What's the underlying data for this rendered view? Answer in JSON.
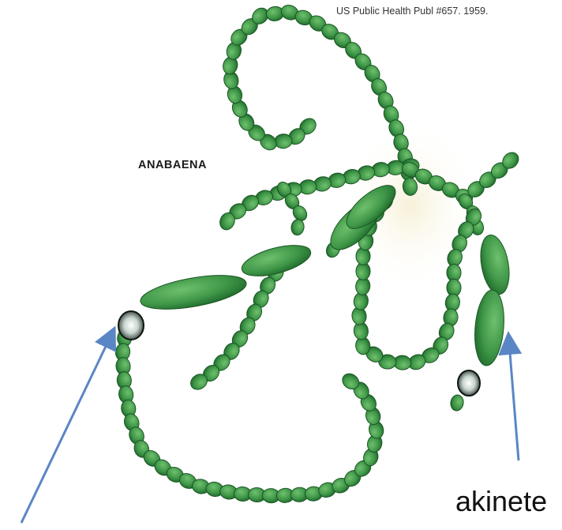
{
  "source_citation": "US Public Health Publ #657. 1959.",
  "organism_name": "ANABAENA",
  "labels": {
    "akinete": "akinete"
  },
  "colors": {
    "cell_fill": "#3f9748",
    "cell_dark": "#1f6a2b",
    "heterocyst": "#1a2e22",
    "arrow": "#5b86c5",
    "paper_glow": "#f7f3e2"
  }
}
